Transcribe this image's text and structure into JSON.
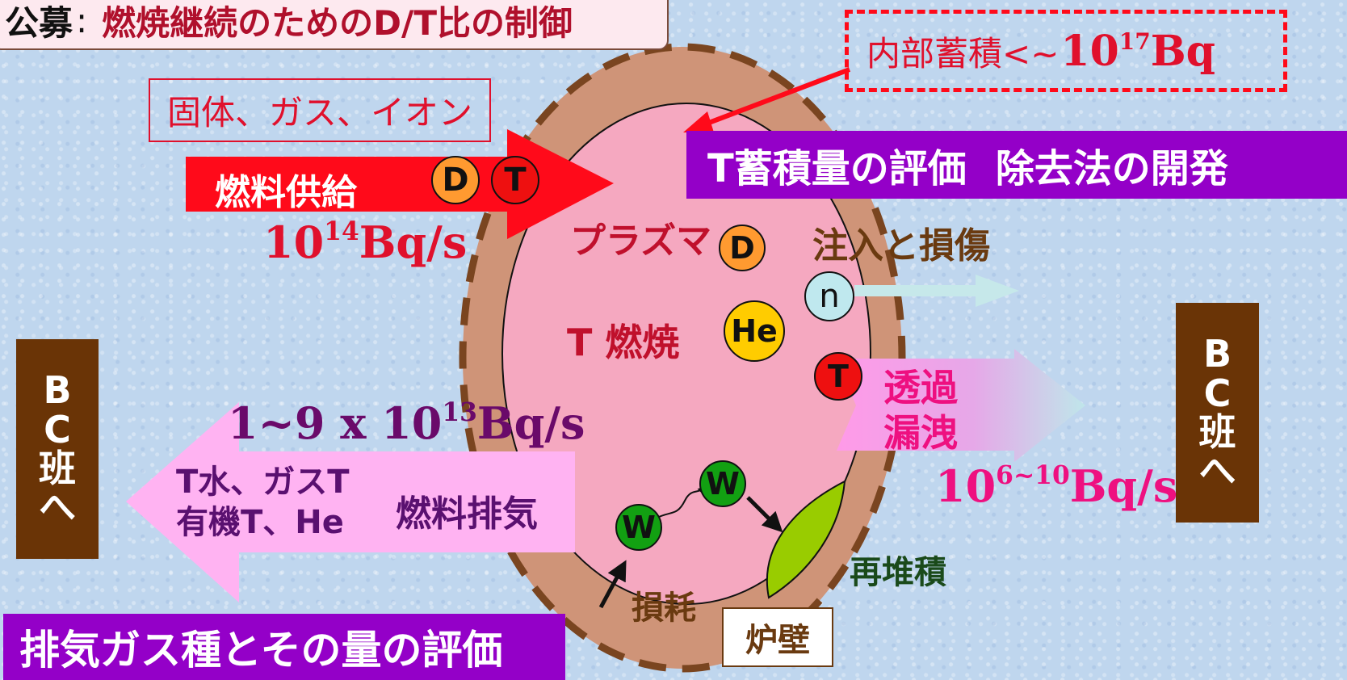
{
  "title": {
    "lead": "公募",
    "colon": ":",
    "text": "燃焼継続のためのD/T比の制御"
  },
  "phase_label": "固体、ガス、イオン",
  "inner_storage": {
    "prefix": "内部蓄積<~",
    "base": "10",
    "exp": "17",
    "unit": "Bq"
  },
  "top_banner": {
    "part1": "T蓄積量の評価",
    "part2": "除去法の開発"
  },
  "fuel_supply": {
    "label": "燃料供給",
    "rate_base": "10",
    "rate_exp": "14",
    "rate_unit": "Bq/s"
  },
  "plasma": {
    "label": "プラズマ",
    "burn_label": "T 燃焼"
  },
  "injection_label": "注入と損傷",
  "exhaust": {
    "rate_prefix": "1~9 x 10",
    "rate_exp": "13",
    "rate_unit": "Bq/s",
    "species_line1": "T水、ガスT",
    "species_line2": "有機T、He",
    "label": "燃料排気"
  },
  "permeation": {
    "line1": "透過",
    "line2": "漏洩",
    "rate_base": "10",
    "rate_exp": "6~10",
    "rate_unit": "Bq/s"
  },
  "redeposition_label": "再堆積",
  "erosion_label": "損耗",
  "wall_label": "炉壁",
  "bottom_banner": "排気ガス種とその量の評価",
  "bc_team": {
    "char1": "B",
    "char2": "C",
    "char3": "班",
    "char4": "へ"
  },
  "particles": {
    "D": "D",
    "T": "T",
    "He": "He",
    "n": "n",
    "W": "W"
  },
  "colors": {
    "title_red": "#b0102c",
    "red": "#ff0a1a",
    "purple": "#9400c8",
    "brown": "#6a3406",
    "pink_arrow": "#ffb3f2",
    "plasma_pink": "#f5a8c0",
    "wall_brown": "#cf9478",
    "d_orange": "#ff9a30",
    "t_red": "#ee1010",
    "he_yellow": "#ffcc00",
    "n_cyan": "#bfe8ee",
    "w_green": "#12a012",
    "leaf_green": "#99cc00"
  }
}
